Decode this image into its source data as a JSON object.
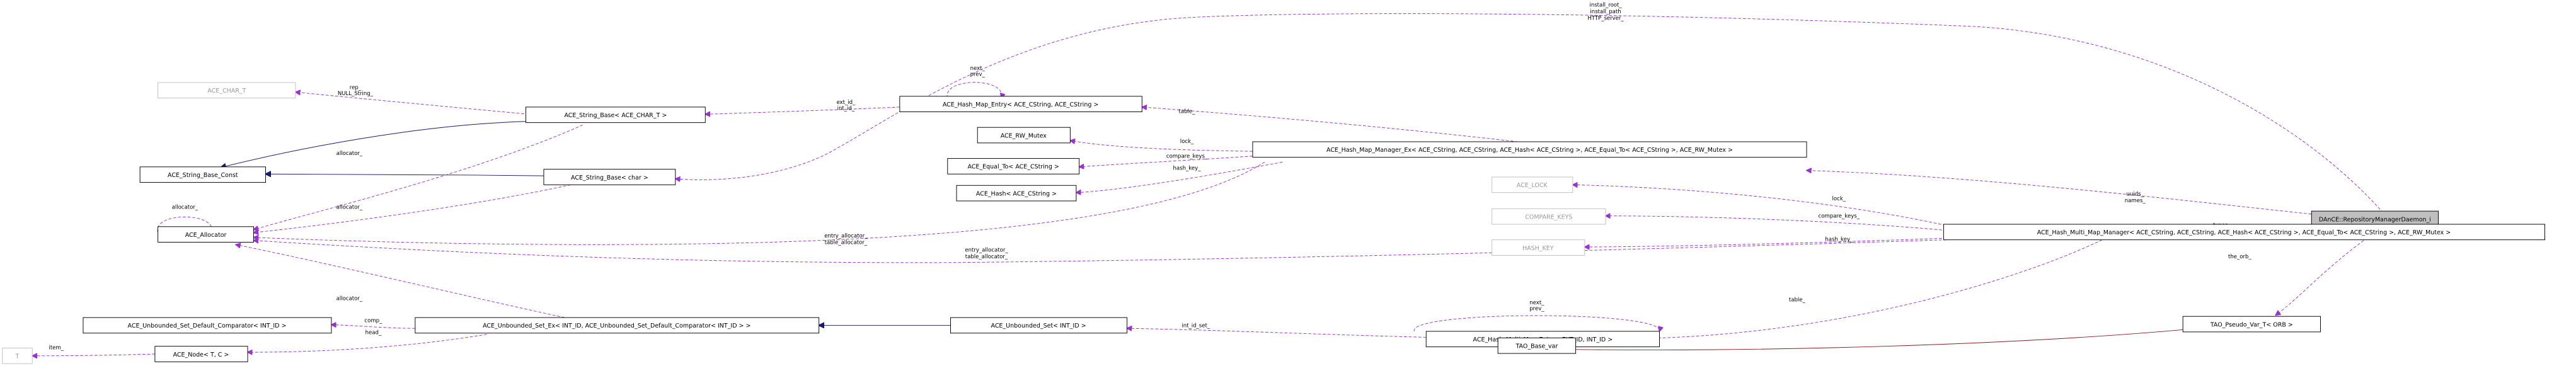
{
  "nodes": {
    "root": "DAnCE::RepositoryManagerDaemon_i",
    "hash_map_mgr": "ACE_Hash_Map_Manager_Ex< ACE_CString, ACE_CString, ACE_Hash< ACE_CString >, ACE_Equal_To< ACE_CString >, ACE_RW_Mutex >",
    "hash_map_entry": "ACE_Hash_Map_Entry< ACE_CString, ACE_CString >",
    "rw_mutex": "ACE_RW_Mutex",
    "equal_to": "ACE_Equal_To< ACE_CString >",
    "hash": "ACE_Hash< ACE_CString >",
    "char_t": "ACE_CHAR_T",
    "string_base_t": "ACE_String_Base< ACE_CHAR_T >",
    "string_base_const": "ACE_String_Base_Const",
    "string_base_char": "ACE_String_Base< char >",
    "allocator": "ACE_Allocator",
    "ace_lock": "ACE_LOCK",
    "compare_keys": "COMPARE_KEYS",
    "hash_key": "HASH_KEY",
    "hash_multi_map_mgr": "ACE_Hash_Multi_Map_Manager< ACE_CString, ACE_CString, ACE_Hash< ACE_CString >, ACE_Equal_To< ACE_CString >, ACE_RW_Mutex >",
    "unbounded_set_default_cmp": "ACE_Unbounded_Set_Default_Comparator< INT_ID >",
    "unbounded_set_ex": "ACE_Unbounded_Set_Ex< INT_ID, ACE_Unbounded_Set_Default_Comparator< INT_ID > >",
    "unbounded_set": "ACE_Unbounded_Set< INT_ID >",
    "hash_multi_map_entry": "ACE_Hash_Multi_Map_Entry< EXT_ID, INT_ID >",
    "t": "T",
    "node_tc": "ACE_Node< T, C >",
    "pseudo_var": "TAO_Pseudo_Var_T< ORB >",
    "base_var": "TAO_Base_var"
  },
  "edge_labels": {
    "install_root": "install_root_",
    "install_path": "install_path",
    "http_server": "HTTP_server_",
    "next_prev": [
      "next_",
      "prev_"
    ],
    "ext_int": [
      "ext_id_",
      "int_id_"
    ],
    "table": "table_",
    "lock": "lock_",
    "compare_keys": "compare_keys_",
    "hash_key": "hash_key_",
    "rep_null": [
      "rep_",
      "NULL_String_"
    ],
    "allocator": "allocator_",
    "entry_table_alloc": [
      "entry_allocator_",
      "table_allocator_"
    ],
    "uuids_names": [
      "uuids_",
      "names_"
    ],
    "types": "types_",
    "the_orb": "the_orb_",
    "comp": "comp_",
    "head": "head_",
    "item": "item_",
    "int_id_set": "int_id_set_"
  },
  "colors": {
    "member_edge": "#9a32cd",
    "inherit_edge": "#191970",
    "template_edge": "#8b1a1a",
    "highlight_fill": "#bfbfbf",
    "gray_text": "#9a9a9a"
  }
}
